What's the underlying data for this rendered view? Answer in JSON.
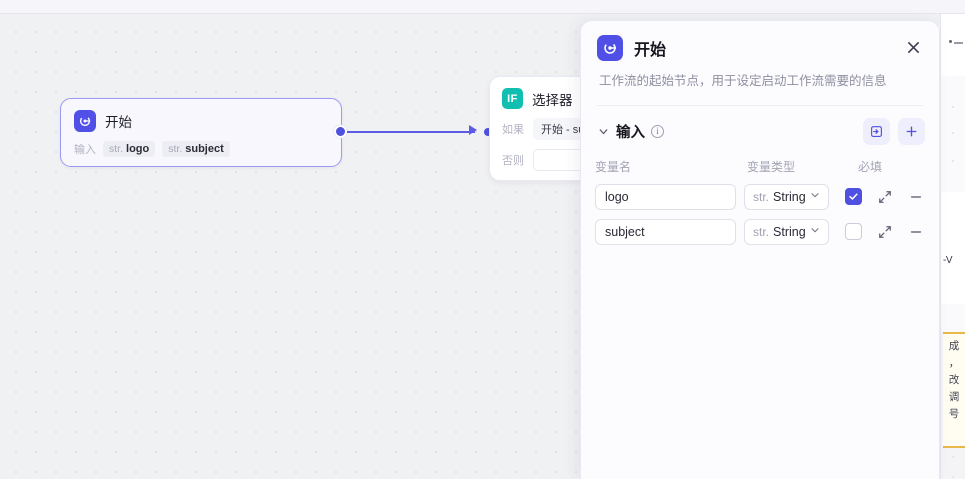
{
  "canvas": {
    "start_node": {
      "icon": "start-flow-icon",
      "title": "开始",
      "input_label": "输入",
      "chips": [
        {
          "prefix": "str.",
          "name": "logo"
        },
        {
          "prefix": "str.",
          "name": "subject"
        }
      ],
      "accent_color": "#5050e6",
      "border_color": "#9a9af0"
    },
    "selector_node": {
      "badge_text": "IF",
      "badge_color": "#11bfb0",
      "title": "选择器",
      "rows": [
        {
          "label": "如果",
          "value": "开始 - su"
        },
        {
          "label": "否则",
          "value": ""
        }
      ]
    },
    "edge": {
      "color": "#5b5be6"
    },
    "ghost_toolbar": {
      "label": "··· ··"
    }
  },
  "right_strip": {
    "partial_text": "-V",
    "note_chars": [
      "成",
      "，",
      "改",
      "调",
      "号"
    ],
    "note_border_color": "#e8b84b"
  },
  "panel": {
    "icon": "start-flow-icon",
    "title": "开始",
    "description": "工作流的起始节点，用于设定启动工作流需要的信息",
    "close_icon": "close-icon",
    "section": {
      "collapse_icon": "chevron-down-icon",
      "title": "输入",
      "info_icon": "info-icon",
      "import_button_icon": "import-variable-icon",
      "add_button_icon": "plus-icon"
    },
    "table": {
      "headers": {
        "name": "变量名",
        "type": "变量类型",
        "required": "必填"
      },
      "rows": [
        {
          "name": "logo",
          "type_prefix": "str.",
          "type_value": "String",
          "required": true,
          "expand_icon": "expand-diagonal-icon",
          "remove_icon": "minus-icon"
        },
        {
          "name": "subject",
          "type_prefix": "str.",
          "type_value": "String",
          "required": false,
          "expand_icon": "expand-diagonal-icon",
          "remove_icon": "minus-icon"
        }
      ]
    },
    "accent_color": "#4f4fe0"
  }
}
